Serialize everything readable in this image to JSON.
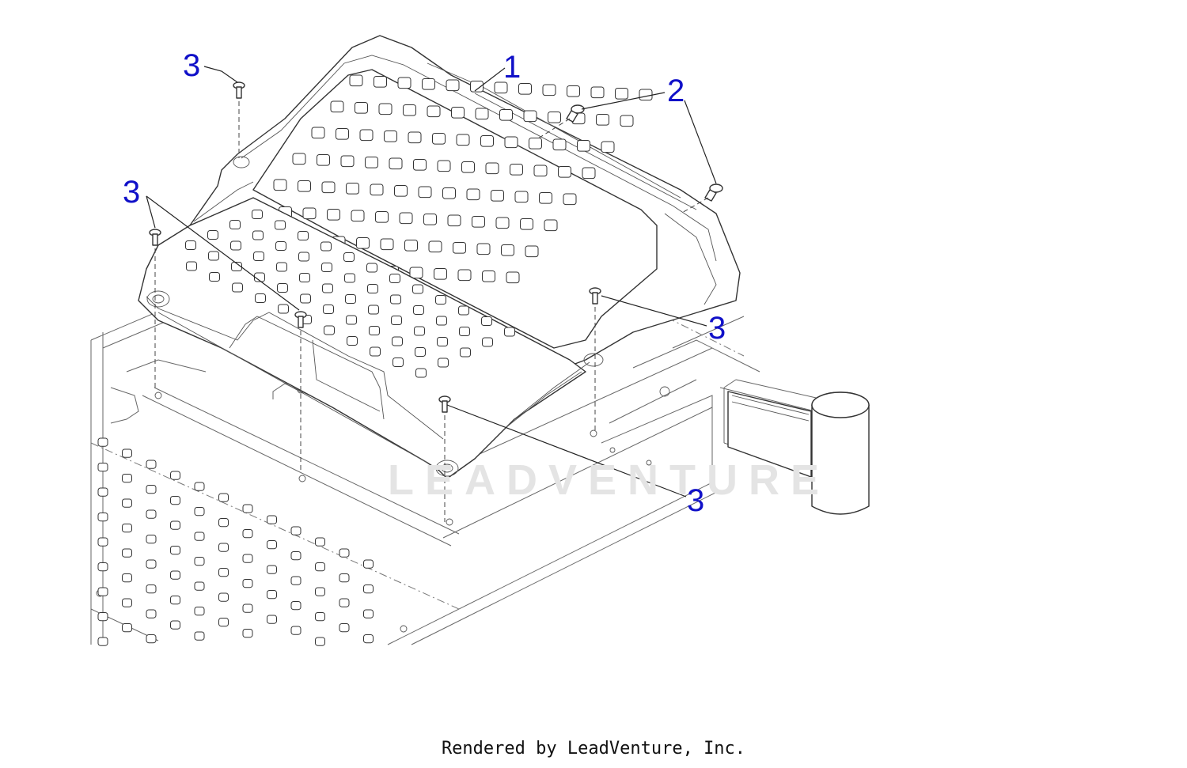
{
  "diagram": {
    "watermark": "LEADVENTURE",
    "callouts": [
      {
        "id": "callout-1",
        "label": "1"
      },
      {
        "id": "callout-2",
        "label": "2"
      },
      {
        "id": "callout-3-top-left",
        "label": "3"
      },
      {
        "id": "callout-3-left",
        "label": "3"
      },
      {
        "id": "callout-3-right",
        "label": "3"
      },
      {
        "id": "callout-3-bottom",
        "label": "3"
      }
    ]
  },
  "footer": {
    "text": "Rendered by LeadVenture, Inc."
  }
}
